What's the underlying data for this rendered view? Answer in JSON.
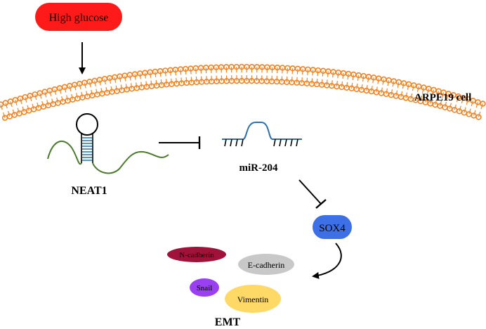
{
  "stimulus": {
    "label": "High glucose",
    "color": "#ff1a1a"
  },
  "cell": {
    "label": "ARPE19 cell",
    "membrane_color": "#f5821f"
  },
  "lncrna": {
    "label": "NEAT1",
    "strand_color": "#4a7a2a",
    "stem_color": "#2f7fb8"
  },
  "mirna": {
    "label": "miR-204",
    "color": "#2f6fa8"
  },
  "target": {
    "label": "SOX4",
    "color": "#3d6fe6"
  },
  "emt": {
    "label": "EMT",
    "markers": [
      {
        "label": "N-cadherin",
        "color": "#a0123a"
      },
      {
        "label": "E-cadherin",
        "color": "#c8c8c8"
      },
      {
        "label": "Snail",
        "color": "#9b3ff2"
      },
      {
        "label": "Vimentin",
        "color": "#ffd966"
      }
    ]
  }
}
